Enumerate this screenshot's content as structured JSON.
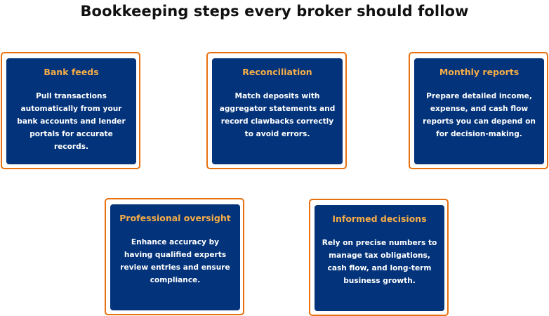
{
  "title": "Bookkeeping steps every broker should follow",
  "steps": [
    {
      "title": "Bank feeds",
      "body": "Pull transactions automatically from your bank accounts and lender portals for accurate records."
    },
    {
      "title": "Reconciliation",
      "body": "Match deposits with aggregator statements and record clawbacks correctly to avoid errors."
    },
    {
      "title": "Monthly reports",
      "body": "Prepare detailed income, expense, and cash flow reports you can depend on for decision-making."
    },
    {
      "title": "Professional oversight",
      "body": "Enhance accuracy by having qualified experts review entries and ensure compliance."
    },
    {
      "title": "Informed decisions",
      "body": "Rely on precise numbers to manage tax obligations, cash flow, and long-term business growth."
    }
  ],
  "colors": {
    "card": "#03337a",
    "border": "#e8710f",
    "heading": "#f6ad47"
  }
}
